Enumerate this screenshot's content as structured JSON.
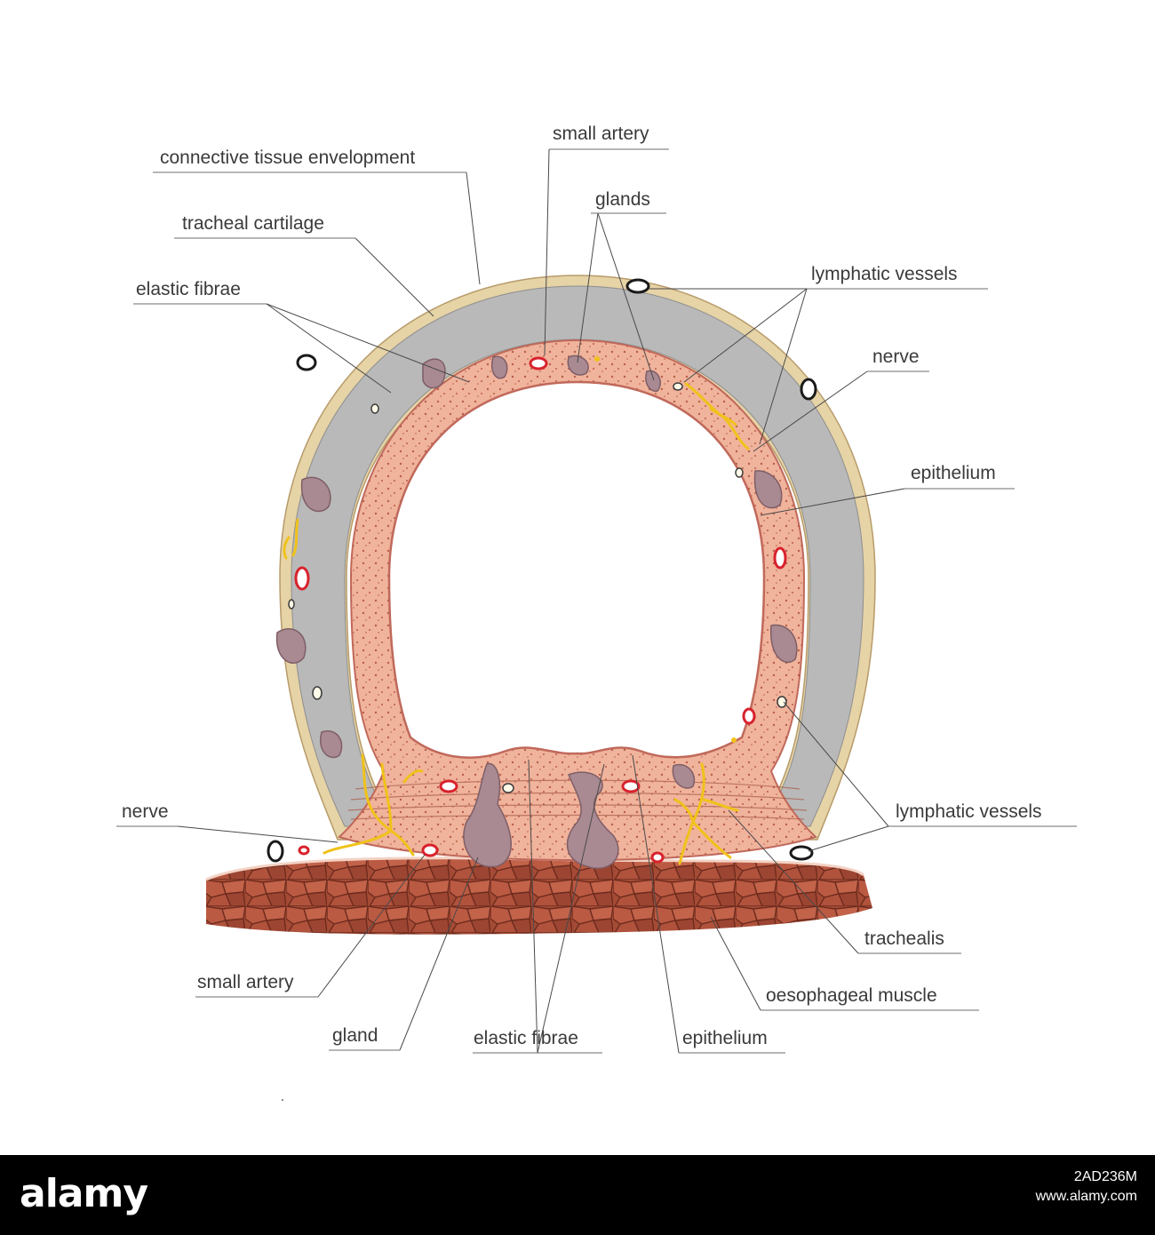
{
  "labels": {
    "connective_tissue": "connective tissue envelopment",
    "small_artery_top": "small artery",
    "glands": "glands",
    "tracheal_cartilage": "tracheal cartilage",
    "elastic_fibrae_top": "elastic fibrae",
    "lymphatic_vessels_top": "lymphatic vessels",
    "nerve_right": "nerve",
    "epithelium_right": "epithelium",
    "nerve_left": "nerve",
    "lymphatic_vessels_right": "lymphatic vessels",
    "trachealis": "trachealis",
    "small_artery_bottom": "small artery",
    "oesophageal_muscle": "oesophageal muscle",
    "gland": "gland",
    "elastic_fibrae_bottom": "elastic fibrae",
    "epithelium_bottom": "epithelium"
  },
  "footer": {
    "logo": "alamy",
    "image_id": "2AD236M",
    "site": "www.alamy.com"
  },
  "colors": {
    "cartilage": "#b9b9b9",
    "envelope": "#e6d3a6",
    "mucosa": "#f0b39c",
    "epithelium_edge": "#c0695b",
    "gland": "#a98a92",
    "artery": "#d8222c",
    "nerve": "#f0c21a",
    "muscle": "#b0523c"
  }
}
